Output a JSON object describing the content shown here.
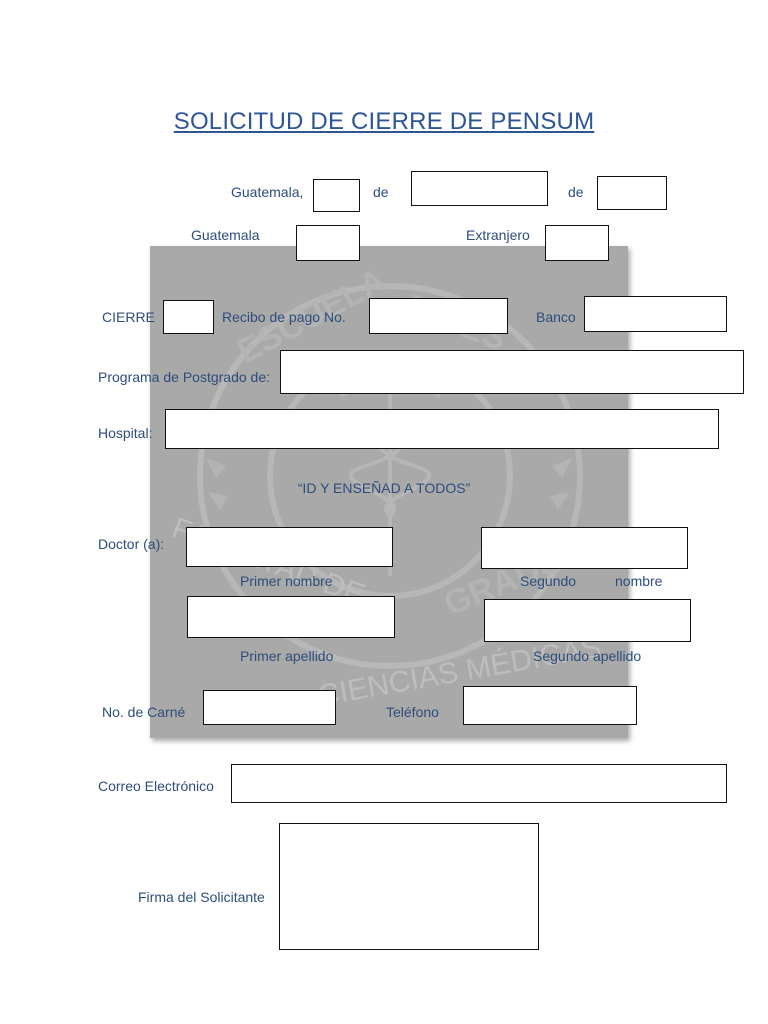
{
  "form": {
    "title": "SOLICITUD DE CIERRE DE PENSUM",
    "date": {
      "city_label": "Guatemala,",
      "de_label_1": "de",
      "de_label_2": "de",
      "day_value": "",
      "month_value": "",
      "year_value": ""
    },
    "origin": {
      "guatemala_label": "Guatemala",
      "extranjero_label": "Extranjero"
    },
    "payment": {
      "cierre_label": "CIERRE",
      "recibo_label": "Recibo de pago No.",
      "banco_label": "Banco"
    },
    "program_label": "Programa de Postgrado de:",
    "hospital_label": "Hospital:",
    "motto": "“ID Y ENSEÑAD A TODOS”",
    "doctor": {
      "label": "Doctor (a):",
      "primer_nombre": "Primer nombre",
      "segundo_label": "Segundo",
      "nombre_label": "nombre",
      "primer_apellido": "Primer apellido",
      "segundo_apellido": "Segundo apellido"
    },
    "carne_label": "No. de Carné",
    "telefono_label": "Teléfono",
    "correo_label": "Correo Electrónico",
    "firma_label": "Firma del Solicitante"
  },
  "watermark": {
    "lettering": "ESCUELA DE ESTUDIOS DE POSTGRADO · FACULTAD DE CIENCIAS MÉDICAS",
    "icon": "caduceus-seal-icon"
  },
  "colors": {
    "text": "#2e4d7b",
    "title": "#2e5596",
    "panel": "#a9a9a9",
    "box_border": "#111111"
  }
}
